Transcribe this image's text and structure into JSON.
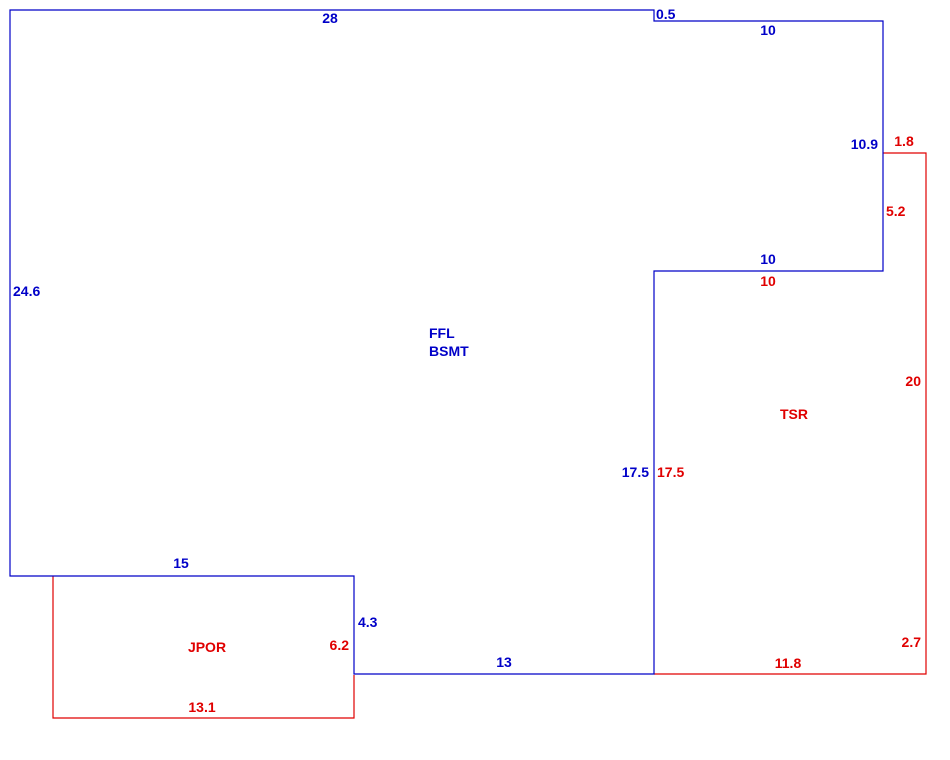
{
  "colors": {
    "main": "#0000c8",
    "addition": "#e00000"
  },
  "main_area": {
    "name_line1": "FFL",
    "name_line2": "BSMT",
    "dims": {
      "top": "28",
      "step": "0.5",
      "top_right": "10",
      "right_upper": "10.9",
      "notch_top": "10",
      "inner_vertical": "17.5",
      "bottom": "13",
      "jpor_side": "4.3",
      "jpor_top": "15",
      "left": "24.6"
    }
  },
  "tsr": {
    "name": "TSR",
    "dims": {
      "top_short": "1.8",
      "right_upper": "5.2",
      "top_inner": "10",
      "right": "20",
      "left": "17.5",
      "right_lower": "2.7",
      "bottom": "11.8"
    }
  },
  "jpor": {
    "name": "JPOR",
    "dims": {
      "right": "6.2",
      "bottom": "13.1"
    }
  }
}
